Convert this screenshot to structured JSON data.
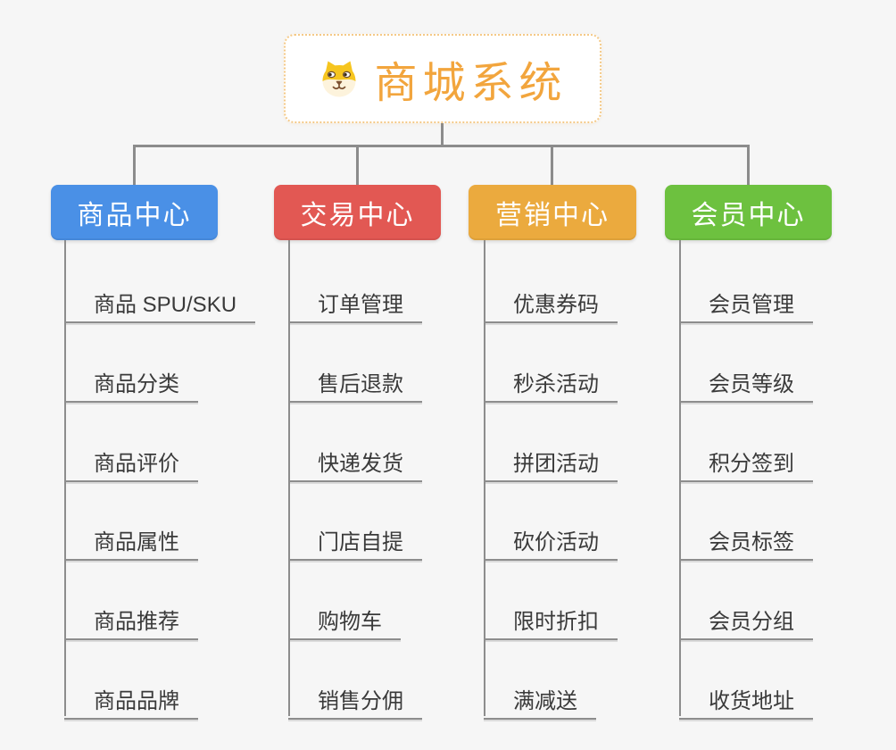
{
  "root": {
    "title": "商城系统",
    "icon": "dog-face-icon",
    "accent_color": "#f2a53d",
    "border_color": "#f4c987"
  },
  "colors": {
    "background": "#f6f6f6",
    "connector": "#8c8c8c",
    "leaf_text": "#3a3a3a"
  },
  "branches": [
    {
      "id": "product-center",
      "label": "商品中心",
      "color": "#4a90e6",
      "items": [
        "商品 SPU/SKU",
        "商品分类",
        "商品评价",
        "商品属性",
        "商品推荐",
        "商品品牌"
      ]
    },
    {
      "id": "trade-center",
      "label": "交易中心",
      "color": "#e25853",
      "items": [
        "订单管理",
        "售后退款",
        "快递发货",
        "门店自提",
        "购物车",
        "销售分佣"
      ]
    },
    {
      "id": "marketing-center",
      "label": "营销中心",
      "color": "#ebaa3e",
      "items": [
        "优惠券码",
        "秒杀活动",
        "拼团活动",
        "砍价活动",
        "限时折扣",
        "满减送"
      ]
    },
    {
      "id": "member-center",
      "label": "会员中心",
      "color": "#6dc13f",
      "items": [
        "会员管理",
        "会员等级",
        "积分签到",
        "会员标签",
        "会员分组",
        "收货地址"
      ]
    }
  ]
}
